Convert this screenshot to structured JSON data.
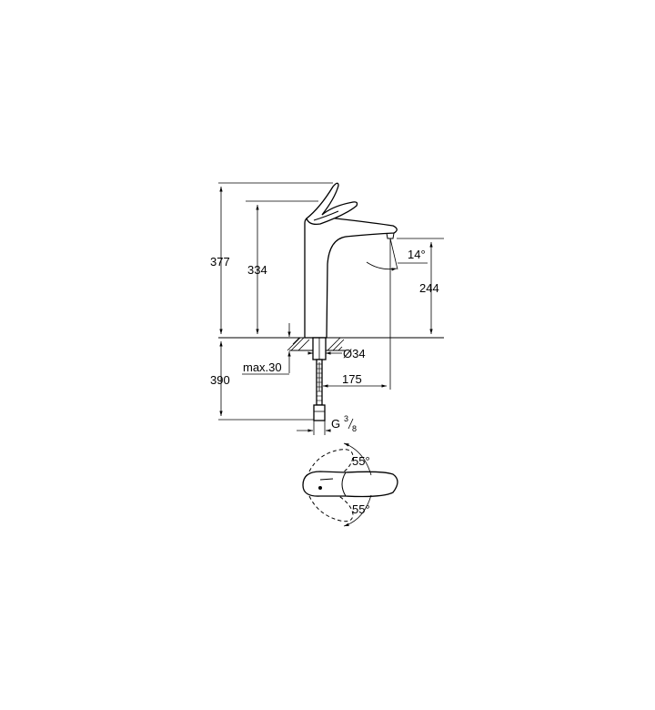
{
  "dimensions": {
    "total_height": "377",
    "spout_height": "334",
    "outlet_height": "244",
    "outlet_angle": "14°",
    "hole_diameter": "Ø34",
    "max_deck": "max.30",
    "below_deck": "390",
    "projection": "175",
    "connection_prefix": "G",
    "connection_num": "3",
    "connection_den": "8",
    "rotation_upper": "55°",
    "rotation_lower": "55°"
  }
}
